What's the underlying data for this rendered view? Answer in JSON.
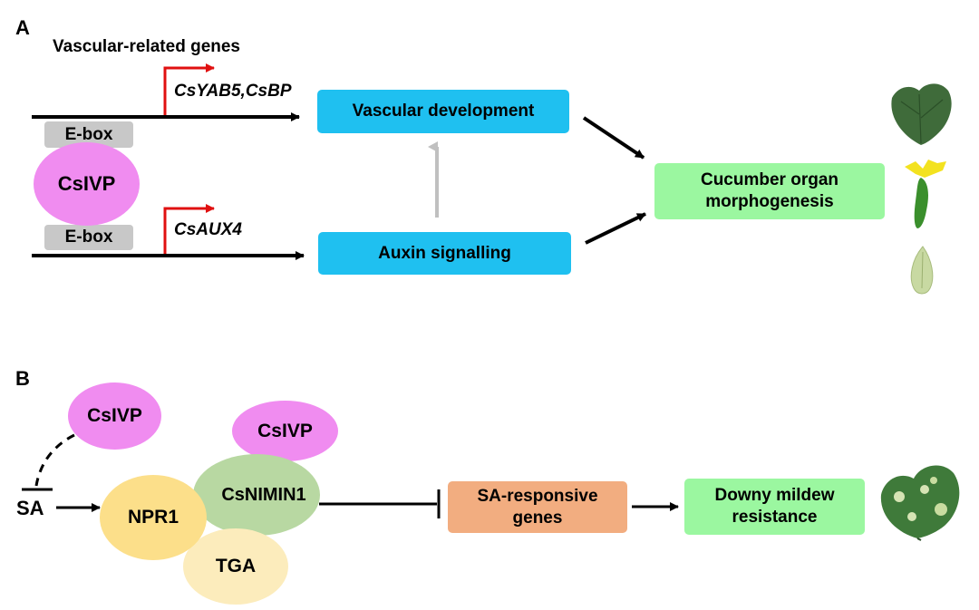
{
  "panel_a": {
    "label": "A",
    "title": "Vascular-related genes",
    "gene_top": "CsYAB5,CsBP",
    "gene_bottom": "CsAUX4",
    "ebox_top": "E-box",
    "ebox_bottom": "E-box",
    "protein": "CsIVP",
    "vascular_box": "Vascular development",
    "auxin_box": "Auxin signalling",
    "outcome_box": "Cucumber organ morphogenesis",
    "images": [
      "leaf-icon",
      "fruit-with-flower-icon",
      "ovary-icon"
    ]
  },
  "panel_b": {
    "label": "B",
    "sa": "SA",
    "csivp_left": "CsIVP",
    "csivp_top": "CsIVP",
    "npr1": "NPR1",
    "csnimin1": "CsNIMIN1",
    "tga": "TGA",
    "responsive_box": "SA-responsive genes",
    "resistance_box": "Downy mildew resistance",
    "images": [
      "infected-leaf-icon"
    ]
  },
  "colors": {
    "blue_box": "#1fc0f0",
    "green_box": "#9bf7a0",
    "orange_box": "#f2ad80",
    "pink": "#f08cf0",
    "promoter_arrow": "#e01010"
  }
}
